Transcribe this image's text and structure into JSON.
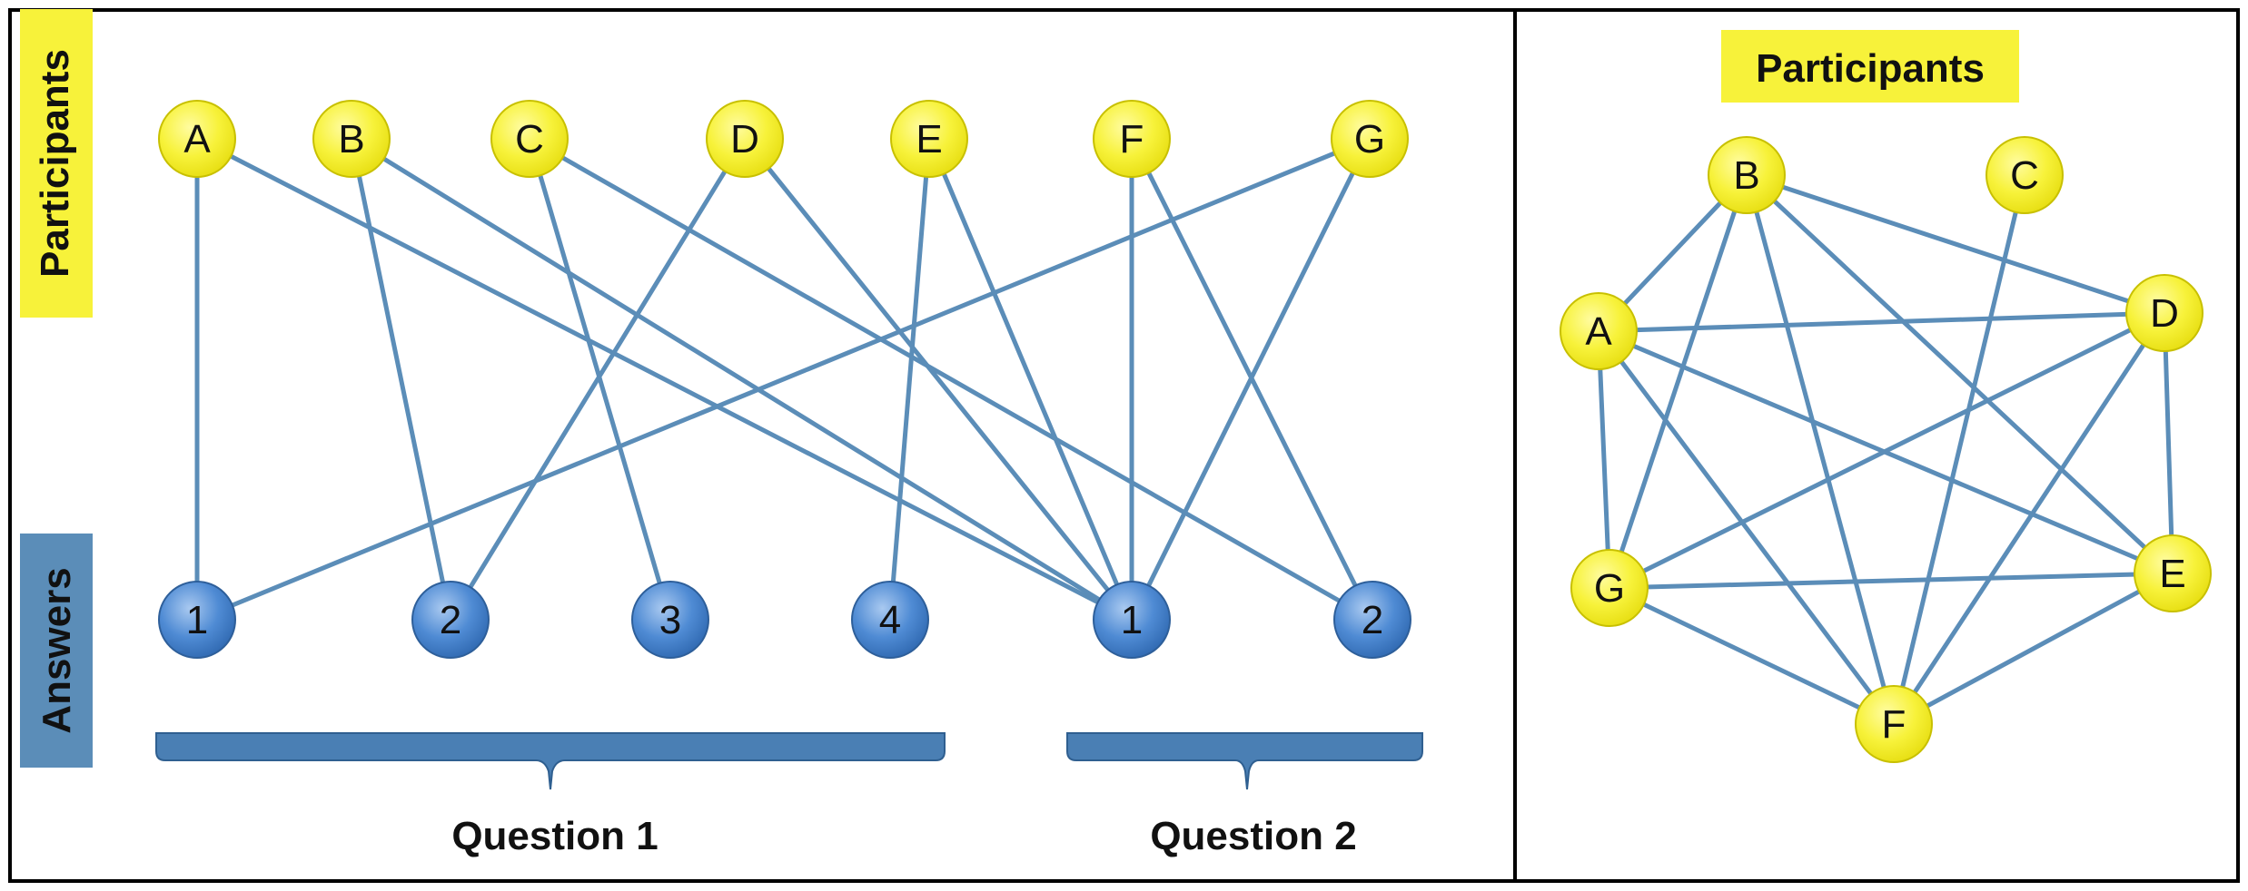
{
  "left_panel": {
    "side_label_participants": "Participants",
    "side_label_answers": "Answers",
    "participants": [
      "A",
      "B",
      "C",
      "D",
      "E",
      "F",
      "G"
    ],
    "answers": [
      {
        "id": "q1-1",
        "label": "1"
      },
      {
        "id": "q1-2",
        "label": "2"
      },
      {
        "id": "q1-3",
        "label": "3"
      },
      {
        "id": "q1-4",
        "label": "4"
      },
      {
        "id": "q2-1",
        "label": "1"
      },
      {
        "id": "q2-2",
        "label": "2"
      }
    ],
    "question_labels": [
      "Question 1",
      "Question 2"
    ],
    "edges": [
      [
        "A",
        "q1-1"
      ],
      [
        "A",
        "q2-1"
      ],
      [
        "B",
        "q1-2"
      ],
      [
        "B",
        "q2-1"
      ],
      [
        "C",
        "q1-3"
      ],
      [
        "C",
        "q2-2"
      ],
      [
        "D",
        "q1-2"
      ],
      [
        "D",
        "q2-1"
      ],
      [
        "E",
        "q1-4"
      ],
      [
        "E",
        "q2-1"
      ],
      [
        "F",
        "q2-1"
      ],
      [
        "F",
        "q2-2"
      ],
      [
        "G",
        "q1-1"
      ],
      [
        "G",
        "q2-1"
      ]
    ]
  },
  "right_panel": {
    "title": "Participants",
    "nodes": [
      "A",
      "B",
      "C",
      "D",
      "E",
      "F",
      "G"
    ],
    "edges": [
      [
        "A",
        "B"
      ],
      [
        "A",
        "D"
      ],
      [
        "A",
        "G"
      ],
      [
        "A",
        "E"
      ],
      [
        "A",
        "F"
      ],
      [
        "B",
        "D"
      ],
      [
        "B",
        "G"
      ],
      [
        "B",
        "E"
      ],
      [
        "B",
        "F"
      ],
      [
        "C",
        "F"
      ],
      [
        "D",
        "G"
      ],
      [
        "D",
        "E"
      ],
      [
        "D",
        "F"
      ],
      [
        "G",
        "E"
      ],
      [
        "G",
        "F"
      ],
      [
        "E",
        "F"
      ]
    ]
  },
  "colors": {
    "participant_fill": "#f7f23a",
    "participant_stroke": "#c8c000",
    "answer_fill": "#4f8bd4",
    "answer_stroke": "#2e5f9a",
    "edge": "#5b8db8",
    "label_bg_participants": "#f7f23a",
    "label_bg_answers": "#5b8db8",
    "bracket": "#4a7fb4",
    "border": "#000000"
  }
}
